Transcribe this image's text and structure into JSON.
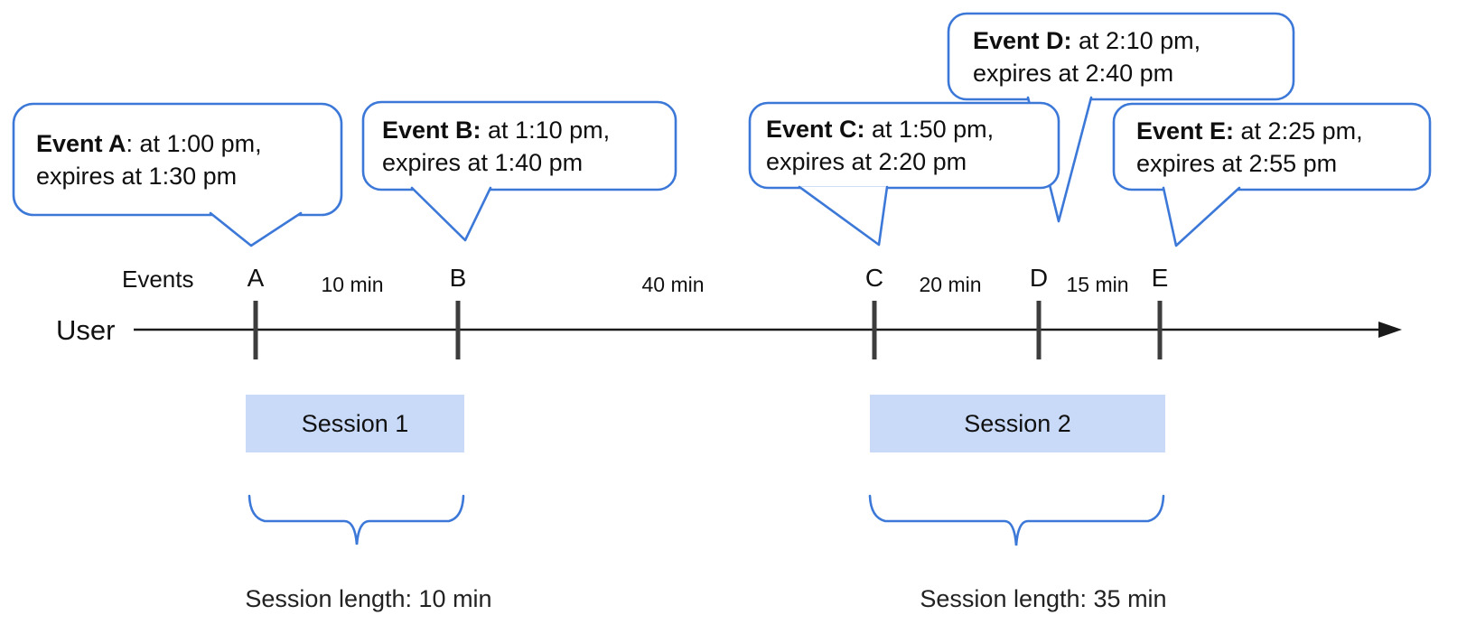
{
  "colors": {
    "accent_blue": "#3c78d8",
    "session_fill": "#c9daf8"
  },
  "timeline": {
    "events_axis_label": "Events",
    "user_label": "User",
    "event_markers": [
      "A",
      "B",
      "C",
      "D",
      "E"
    ],
    "intervals": [
      "10 min",
      "40 min",
      "20 min",
      "15 min"
    ]
  },
  "bubbles": [
    {
      "event": "A",
      "bold": "Event A",
      "rest": ": at 1:00 pm,",
      "line2": "expires at 1:30 pm"
    },
    {
      "event": "B",
      "bold": "Event B:",
      "rest": " at 1:10 pm,",
      "line2": "expires at 1:40 pm"
    },
    {
      "event": "C",
      "bold": "Event C:",
      "rest": " at 1:50 pm,",
      "line2": "expires at 2:20 pm"
    },
    {
      "event": "D",
      "bold": "Event D:",
      "rest": " at 2:10 pm,",
      "line2": "expires at 2:40 pm"
    },
    {
      "event": "E",
      "bold": "Event E:",
      "rest": " at 2:25 pm,",
      "line2": "expires at 2:55 pm"
    }
  ],
  "sessions": [
    {
      "label": "Session 1",
      "length_label": "Session length: 10 min"
    },
    {
      "label": "Session 2",
      "length_label": "Session length: 35 min"
    }
  ]
}
